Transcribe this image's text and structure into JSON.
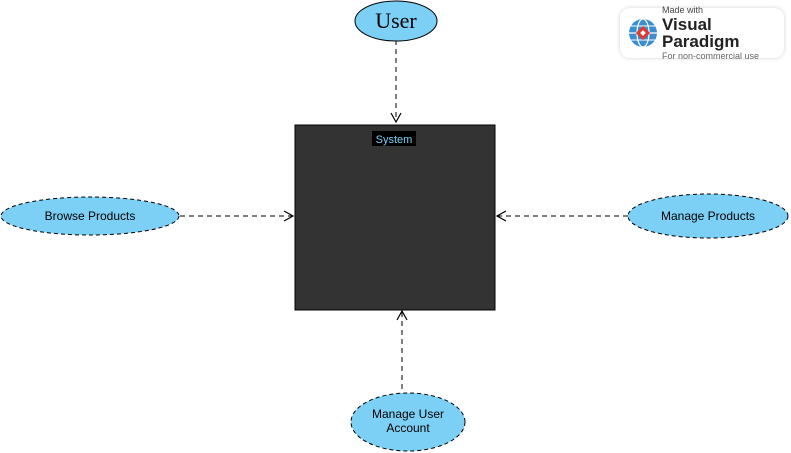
{
  "diagram": {
    "system": {
      "label": "System"
    },
    "actor": {
      "label": "User"
    },
    "use_cases": {
      "browse": "Browse Products",
      "manage_products": "Manage Products",
      "manage_account_line1": "Manage User",
      "manage_account_line2": "Account"
    }
  },
  "watermark": {
    "made_with": "Made with",
    "brand": "Visual Paradigm",
    "note": "For non-commercial use"
  },
  "colors": {
    "ellipse_fill": "#7dd0f5",
    "system_fill": "#333333",
    "system_label": "#7dd0f5",
    "stroke": "#000000"
  }
}
